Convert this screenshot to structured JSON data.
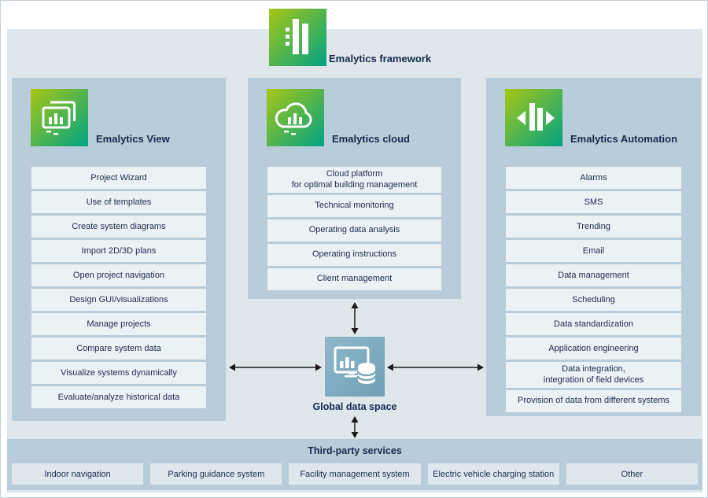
{
  "framework": {
    "label": "Emalytics framework"
  },
  "columns": [
    {
      "title": "Emalytics View",
      "items": [
        "Project Wizard",
        "Use of templates",
        "Create system diagrams",
        "Import 2D/3D plans",
        "Open project navigation",
        "Design GUI/visualizations",
        "Manage projects",
        "Compare system data",
        "Visualize systems dynamically",
        "Evaluate/analyze historical data"
      ]
    },
    {
      "title": "Emalytics cloud",
      "items": [
        "Cloud platform\nfor optimal building management",
        "Technical monitoring",
        "Operating data analysis",
        "Operating instructions",
        "Client management"
      ]
    },
    {
      "title": "Emalytics Automation",
      "items": [
        "Alarms",
        "SMS",
        "Trending",
        "Email",
        "Data management",
        "Scheduling",
        "Data standardization",
        "Application engineering",
        "Data integration,\nintegration of field devices",
        "Provision of data from different systems"
      ]
    }
  ],
  "global_data_space": {
    "label": "Global data space"
  },
  "third_party": {
    "title": "Third-party services",
    "items": [
      "Indoor navigation",
      "Parking guidance system",
      "Facility management system",
      "Electric vehicle charging station",
      "Other"
    ]
  },
  "icons": {
    "framework": "building-bars-icon",
    "view": "monitor-stack-icon",
    "cloud": "cloud-bars-icon",
    "automation": "bars-exchange-arrows-icon",
    "global_data_space": "monitor-database-icon"
  },
  "colors": {
    "accent_green_start": "#a6c715",
    "accent_green_end": "#00a383",
    "panel": "#b8cdd9",
    "item_box": "#ecf1f3",
    "background": "#e0e7eb",
    "text": "#1c2b50",
    "gds_icon_blue": "#7ba7bd",
    "arrow": "#1a1a1a"
  }
}
